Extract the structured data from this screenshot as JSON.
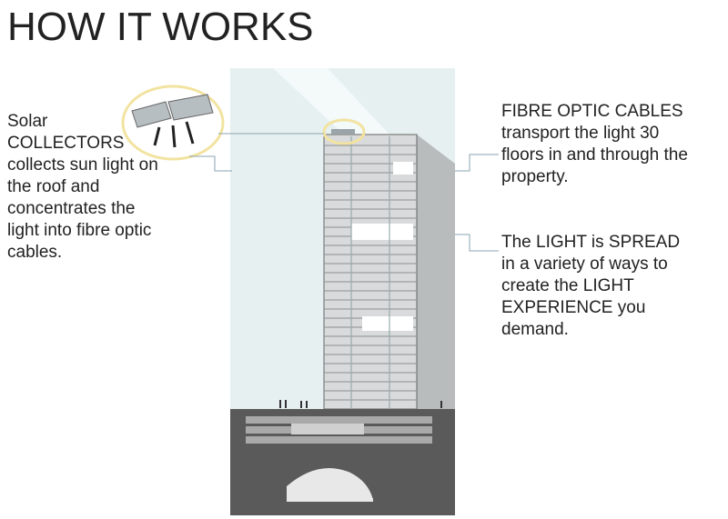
{
  "title": "HOW IT WORKS",
  "callouts": {
    "collectors": {
      "lines": [
        "Solar",
        "COLLECTORS",
        "collects sun light on",
        "the roof and",
        "concentrates the",
        "light into fibre optic",
        "cables."
      ]
    },
    "fibre": {
      "lines": [
        "FIBRE OPTIC CABLES",
        "transport the light 30",
        "floors in and through the",
        "property."
      ]
    },
    "spread": {
      "lines": [
        "The LIGHT is SPREAD",
        "in a variety of ways to",
        "create the LIGHT",
        "EXPERIENCE you",
        "demand."
      ]
    }
  },
  "colors": {
    "sky": "#e6f0f0",
    "tower": "#d8dadb",
    "tower_shadow": "#b8bcbd",
    "ground": "#5a5a5a",
    "callout_line": "#8aa4b0",
    "highlight_ring": "#f2e3a0"
  },
  "building": {
    "floors": 30
  }
}
